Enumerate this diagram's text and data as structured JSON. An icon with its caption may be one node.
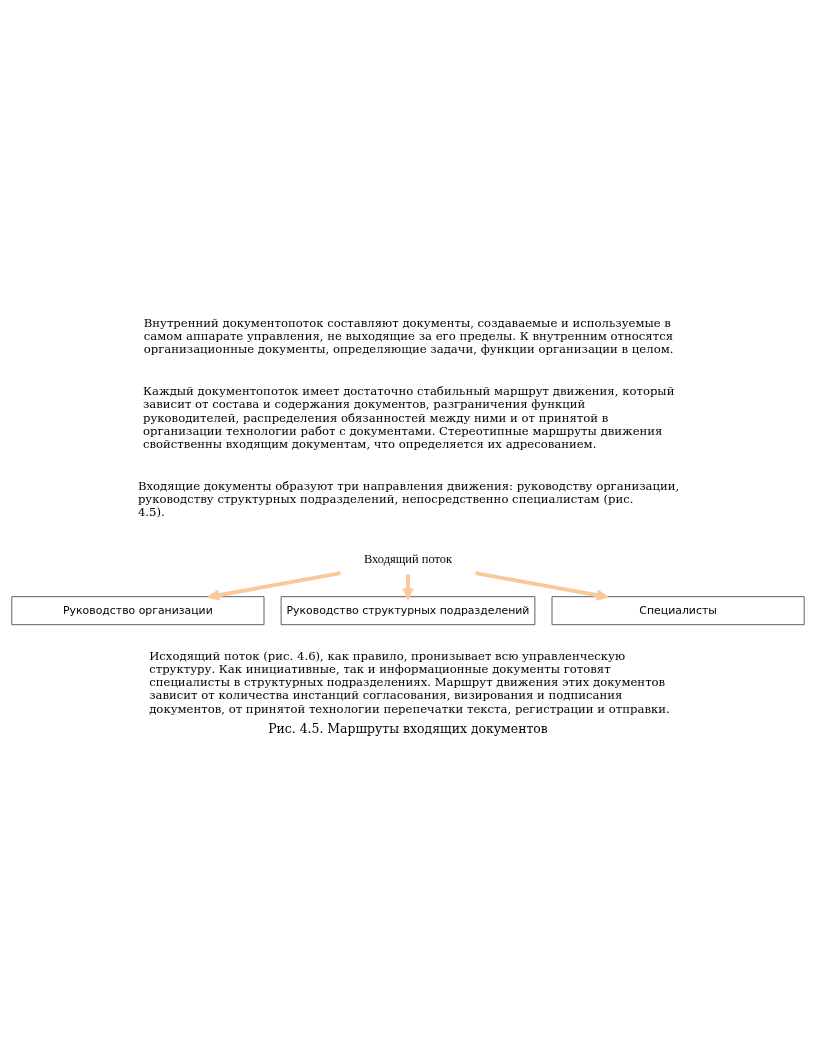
{
  "diagram": {
    "caption": "Рис. 4.5. Маршруты входящих документов",
    "nodes": [
      {
        "text": [
          "Входящий поток"
        ]
      },
      {
        "text": [
          "Руководство организации"
        ]
      },
      {
        "text": [
          "Руководство структурных подразделений"
        ]
      },
      {
        "text": [
          "Специалисты"
        ]
      }
    ],
    "edges": [
      {
        "from": 0,
        "to": 1,
        "arrow": "to"
      },
      {
        "from": 0,
        "to": 2,
        "arrow": "to"
      },
      {
        "from": 0,
        "to": 3,
        "arrow": "to"
      }
    ],
    "labels": [
      "Внутренний документопоток составляют документы, создаваемые и используемые в самом аппарате управления, не выходящие за его пределы. К внутренним относятся организационные документы, определяющие задачи, функции организации в целом.",
      "Каждый документопоток имеет достаточно стабильный маршрут движения, который зависит от состава и содержания документов, разграничения функций руководителей, распределения обязанностей между ними и от принятой в организации технологии работ с документами. Стереотипные маршруты движения свойственны входящим документам, что определяется их адресованием.",
      "Входящие документы образуют три направления движения: руководству организации, руководству структурных подразделений, непосредственно специалистам (рис. 4.5).",
      "Исходящий поток (рис. 4.6), как правило, пронизывает всю управленческую структуру. Как инициативные, так и информационные документы готовят специалисты в структурных подразделениях. Маршрут движения этих документов зависит от количества инстанций согласования, визирования и подписания документов, от принятой технологии перепечатки текста, регистрации и отправки."
    ]
  }
}
